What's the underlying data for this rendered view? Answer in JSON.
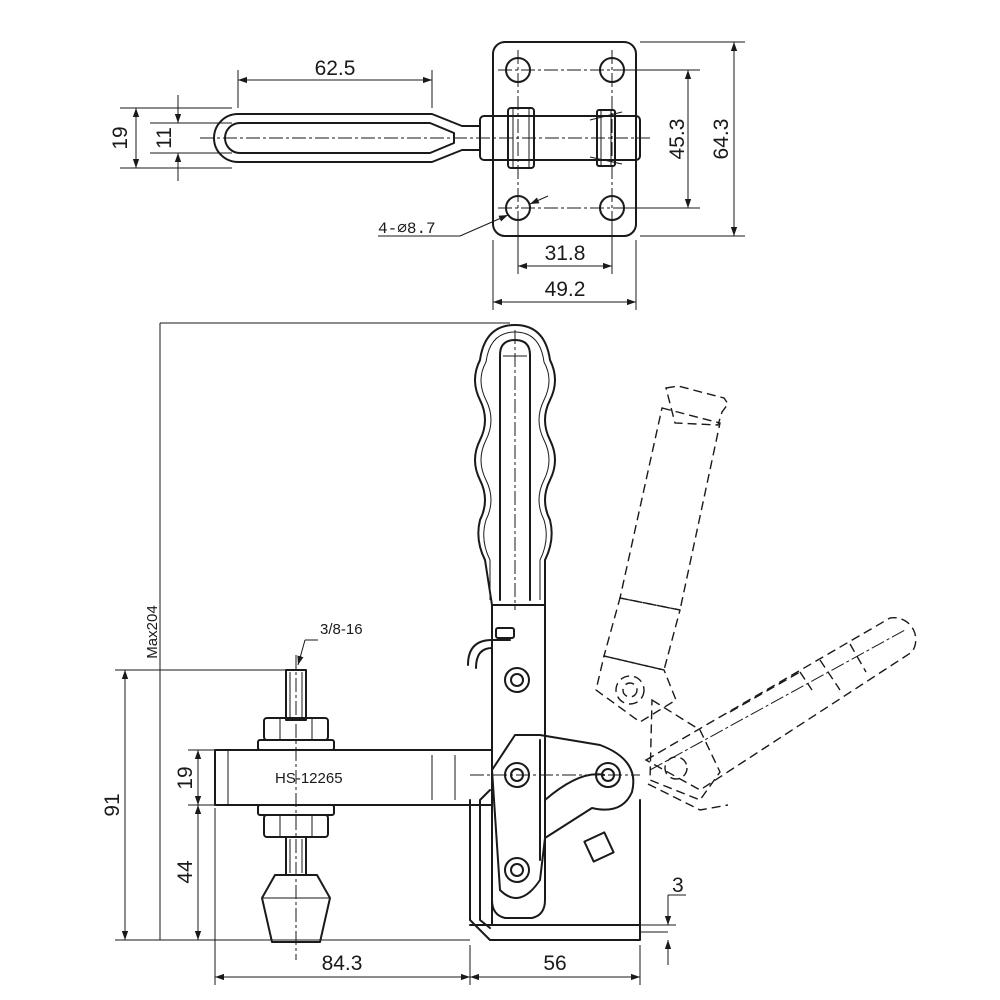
{
  "top_view": {
    "handle_length": "62.5",
    "overall_width": "19",
    "handle_width": "11",
    "hole_note": "4-⌀8.7",
    "hole_spacing_vertical": "45.3",
    "base_height": "64.3",
    "hole_spacing_horizontal": "31.8",
    "base_width": "49.2"
  },
  "side_view": {
    "max_height": "Max204",
    "thread_size": "3/8-16",
    "spindle_height": "91",
    "bar_thickness": "19",
    "bar_height": "44",
    "model": "HS-12265",
    "base_thickness": "3",
    "reach": "84.3",
    "base_length": "56"
  }
}
